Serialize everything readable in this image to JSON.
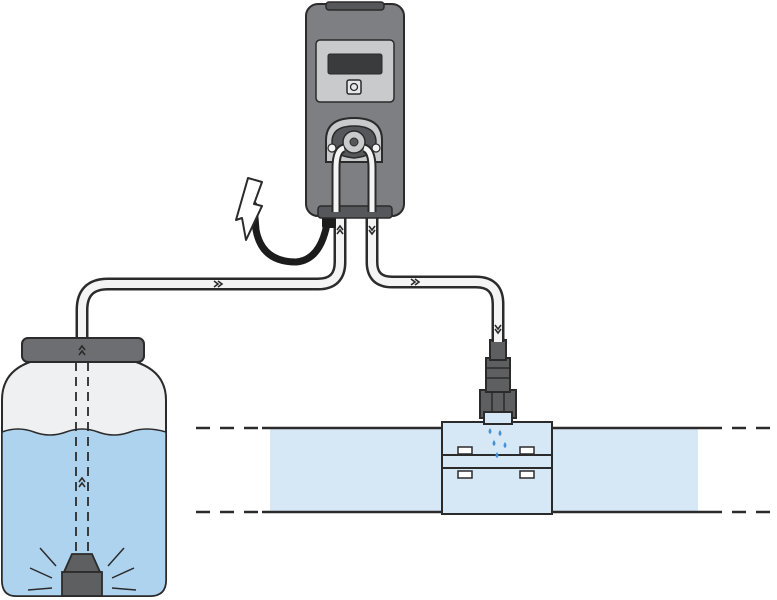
{
  "diagram": {
    "subject": "peristaltic-dosing-pump-installation",
    "colors": {
      "outline": "#2b2b2b",
      "pump_body": "#7e7f82",
      "pump_body_dark": "#56575a",
      "pump_panel": "#c9cacc",
      "display": "#3a3b3d",
      "tube": "#f4f4f4",
      "liquid": "#aed3ee",
      "pipe_liquid": "#d6e8f6",
      "tank_empty": "#eef0f1",
      "tank_lid": "#6d6e71",
      "injector": "#5e5f61",
      "drops": "#4a90d0"
    },
    "elements": [
      "dosing-pump",
      "power-cable",
      "lightning-icon",
      "suction-tube",
      "discharge-tube",
      "chemical-tank",
      "foot-valve",
      "injection-valve",
      "pipe-tee",
      "process-pipe"
    ]
  }
}
